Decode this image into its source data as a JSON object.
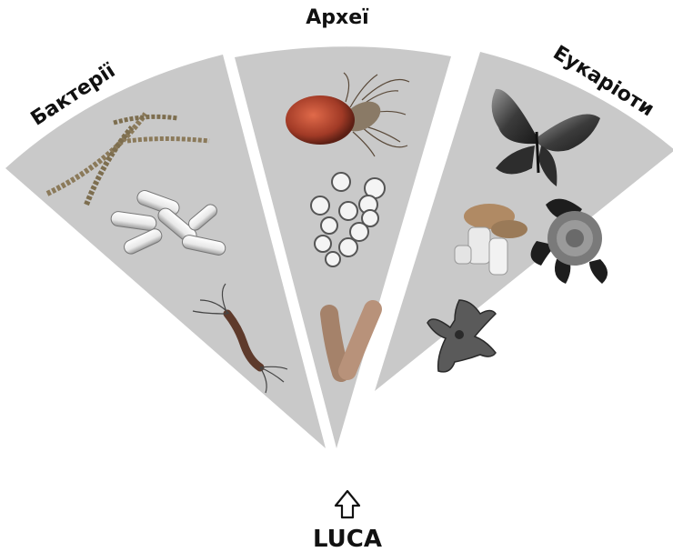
{
  "domains": {
    "bacteria": "Бактерії",
    "archaea": "Археї",
    "eukaryotes": "Еукаріоти"
  },
  "root": {
    "label": "LUCA",
    "arrow_icon": "outline-up-arrow-icon"
  },
  "colors": {
    "sector_fill": "#c9c9c9",
    "text": "#111111"
  },
  "icons": {
    "bacteria": [
      "filamentous-bacteria-icon",
      "rod-bacteria-icon",
      "spirillum-bacterium-icon"
    ],
    "archaea": [
      "flagellated-archaeon-icon",
      "coccoid-cluster-icon",
      "rod-archaeon-icon"
    ],
    "eukaryotes": [
      "butterfly-icon",
      "mushroom-icon",
      "rose-icon",
      "amoeba-icon"
    ]
  }
}
